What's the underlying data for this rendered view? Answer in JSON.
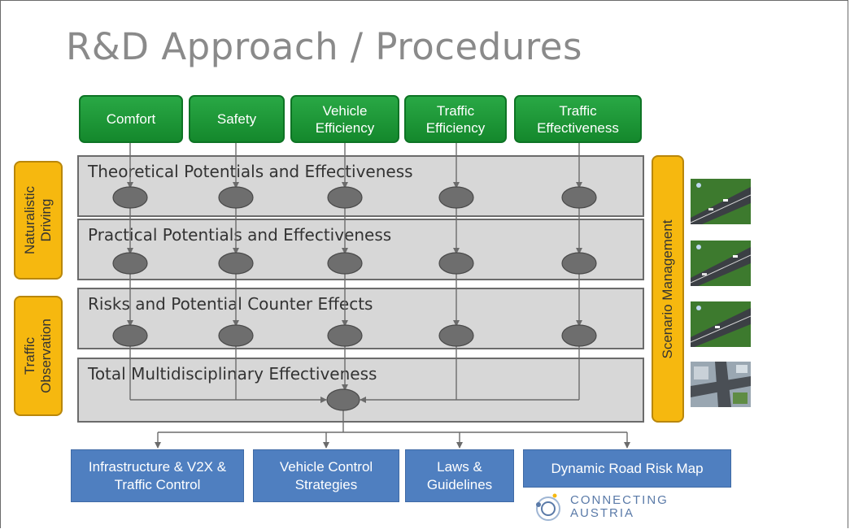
{
  "title": "R&D Approach / Procedures",
  "criteria": [
    {
      "label": "Comfort"
    },
    {
      "label": "Safety"
    },
    {
      "label": "Vehicle Efficiency"
    },
    {
      "label": "Traffic Efficiency"
    },
    {
      "label": "Traffic Effectiveness"
    }
  ],
  "layers": [
    {
      "label": "Theoretical Potentials and Effectiveness"
    },
    {
      "label": "Practical Potentials and Effectiveness"
    },
    {
      "label": "Risks and Potential Counter Effects"
    },
    {
      "label": "Total Multidisciplinary Effectiveness"
    }
  ],
  "left_inputs": [
    {
      "label": "Naturalistic Driving"
    },
    {
      "label": "Traffic Observation"
    }
  ],
  "right_input": {
    "label": "Scenario Management"
  },
  "outputs": [
    {
      "label": "Infrastructure & V2X & Traffic Control"
    },
    {
      "label": "Vehicle Control Strategies"
    },
    {
      "label": "Laws & Guidelines"
    },
    {
      "label": "Dynamic Road Risk Map"
    }
  ],
  "logo": {
    "line1": "CONNECTING",
    "line2": "AUSTRIA"
  },
  "colors": {
    "criteria_green": "#1a9336",
    "side_yellow": "#f6b80f",
    "layer_gray": "#d7d7d7",
    "node_gray": "#6e6e6e",
    "output_blue": "#4f7fc0",
    "title_gray": "#8a8a8a"
  }
}
